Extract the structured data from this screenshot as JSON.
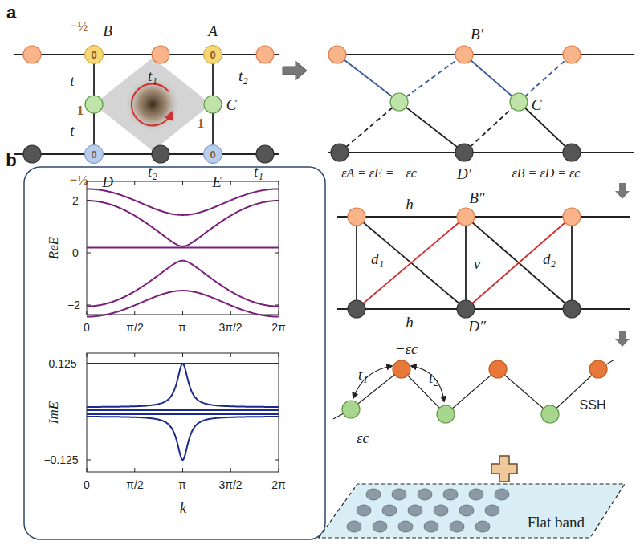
{
  "diagram": {
    "nodes": [
      {
        "text": [
          "0"
        ]
      },
      {
        "text": [
          "0"
        ]
      },
      {
        "text": [
          "0"
        ]
      },
      {
        "text": [
          "0"
        ]
      },
      {
        "text": [
          "Flat band"
        ]
      }
    ],
    "labels": [
      "a",
      "−½",
      "B",
      "A",
      "t",
      "t₁",
      "t₂",
      "t",
      "1",
      "C",
      "1",
      "−½",
      "D",
      "t₂",
      "E",
      "t₁",
      "C",
      "B′",
      "εA = εE = −εc",
      "D′",
      "εB = εD = εc",
      "h",
      "B″",
      "d₁",
      "v",
      "d₂",
      "h",
      "D″",
      "t₁",
      "−εc",
      "t₂",
      "εc",
      "SSH",
      "b",
      "ReE",
      "2",
      "0",
      "−2",
      "0",
      "π/2",
      "π",
      "3π/2",
      "2π",
      "ImE",
      "0.125",
      "−0.125",
      "0",
      "π/2",
      "π",
      "3π/2",
      "2π",
      "k"
    ]
  }
}
